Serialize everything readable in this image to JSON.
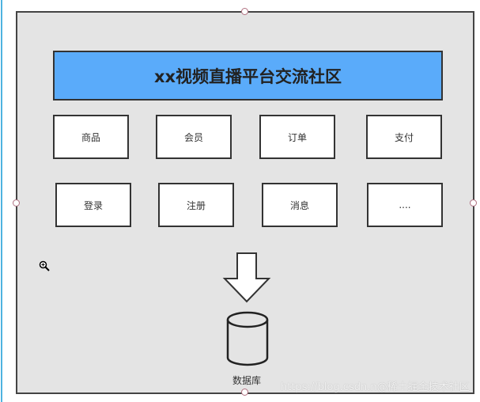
{
  "title": "xx视频直播平台交流社区",
  "modules_row1": [
    "商品",
    "会员",
    "订单",
    "支付"
  ],
  "modules_row2": [
    "登录",
    "注册",
    "消息",
    "...."
  ],
  "database_label": "数据库",
  "watermark": "https://blog.csdn.n@稀土掘金技术社区",
  "colors": {
    "banner": "#5aabfa",
    "canvas": "#e4e4e4"
  },
  "icons": [
    "zoom-in-icon",
    "down-arrow-icon",
    "database-cylinder-icon"
  ]
}
